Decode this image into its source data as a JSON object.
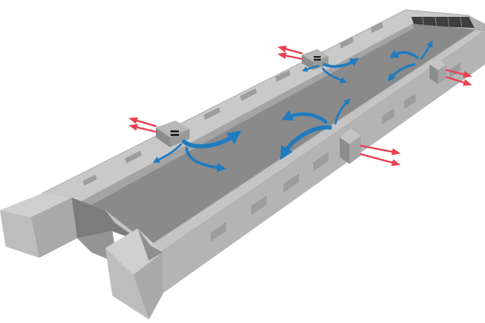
{
  "diagram": {
    "subject": "barn-ventilation-airflow",
    "colors": {
      "background": "#ffffff",
      "floor": "#8a8a8a",
      "wall_top": "#c9c9c9",
      "wall_face": "#b4b4b4",
      "wall_dark": "#9a9a9a",
      "window": "#9d9d9d",
      "window_dark": "#5a5a5a",
      "fan_box": "#a9a9a9",
      "fan_box_dark": "#8c8c8c",
      "airflow_arrow": "#1f7bbf",
      "exhaust_arrow": "#e8424f"
    },
    "icons": {
      "airflow": "curved-airflow-arrow-icon",
      "exhaust": "exhaust-double-arrow-icon",
      "vent_unit": "ventilation-fan-unit-icon"
    },
    "elements": {
      "vent_units_back_wall": 2,
      "vent_units_front_wall": 2,
      "air_circulation_zones": 4
    }
  }
}
